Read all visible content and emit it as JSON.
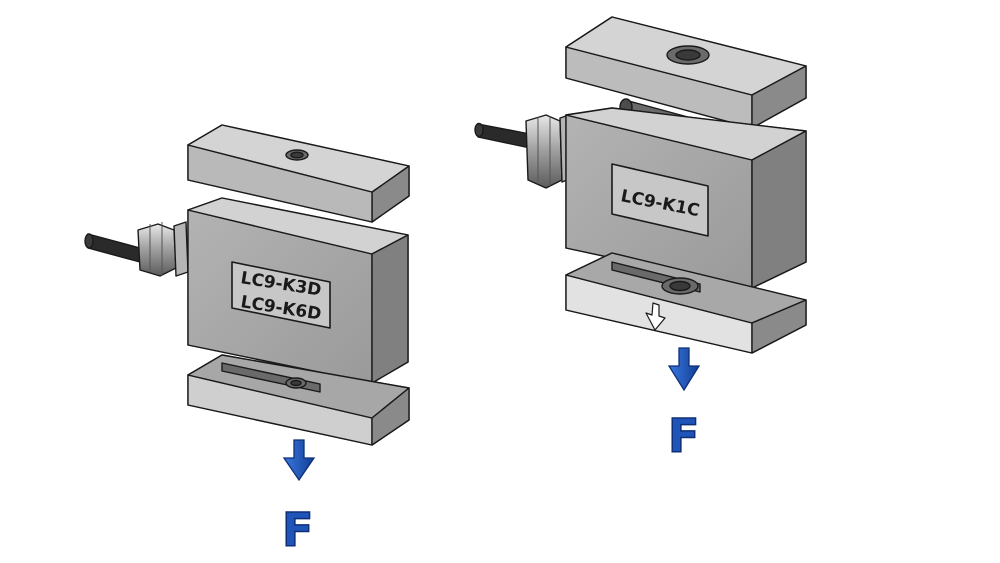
{
  "load_cells": [
    {
      "models": [
        "LC9-K3D",
        "LC9-K6D"
      ],
      "force_label": "F"
    },
    {
      "models": [
        "LC9-K1C"
      ],
      "force_label": "F"
    }
  ],
  "colors": {
    "front_face": "#a9a9a9",
    "top_face": "#cfcfcf",
    "side_face": "#8a8a8a",
    "outline": "#1a1a1a",
    "cable": "#2a2a2a",
    "force_arrow": "#1f55b8"
  },
  "icons": [
    "cable-gland-icon",
    "down-arrow-icon",
    "force-arrow-icon"
  ]
}
